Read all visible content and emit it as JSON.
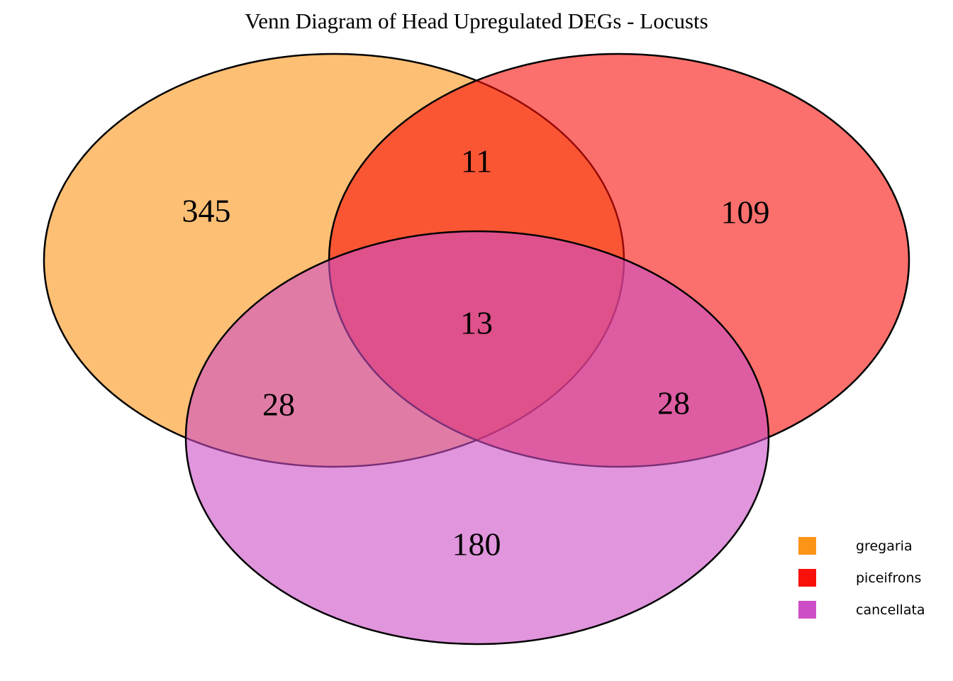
{
  "title": "Venn Diagram of Head Upregulated DEGs - Locusts",
  "chart_data": {
    "type": "venn",
    "title": "Venn Diagram of Head Upregulated DEGs - Locusts",
    "sets": [
      "gregaria",
      "piceifrons",
      "cancellata"
    ],
    "regions": {
      "gregaria_only": 345,
      "piceifrons_only": 109,
      "cancellata_only": 180,
      "gregaria_piceifrons": 11,
      "gregaria_cancellata": 28,
      "piceifrons_cancellata": 28,
      "all_three": 13
    },
    "colors": {
      "gregaria": "#FB9417",
      "piceifrons": "#F8100A",
      "cancellata": "#CC4EC6"
    },
    "fill_opacity": 0.6,
    "outline_color": "#000000",
    "legend_position": "lower right"
  },
  "legend": {
    "items": [
      {
        "label": "gregaria",
        "color": "#FB9417"
      },
      {
        "label": "piceifrons",
        "color": "#F8100A"
      },
      {
        "label": "cancellata",
        "color": "#CC4EC6"
      }
    ]
  }
}
